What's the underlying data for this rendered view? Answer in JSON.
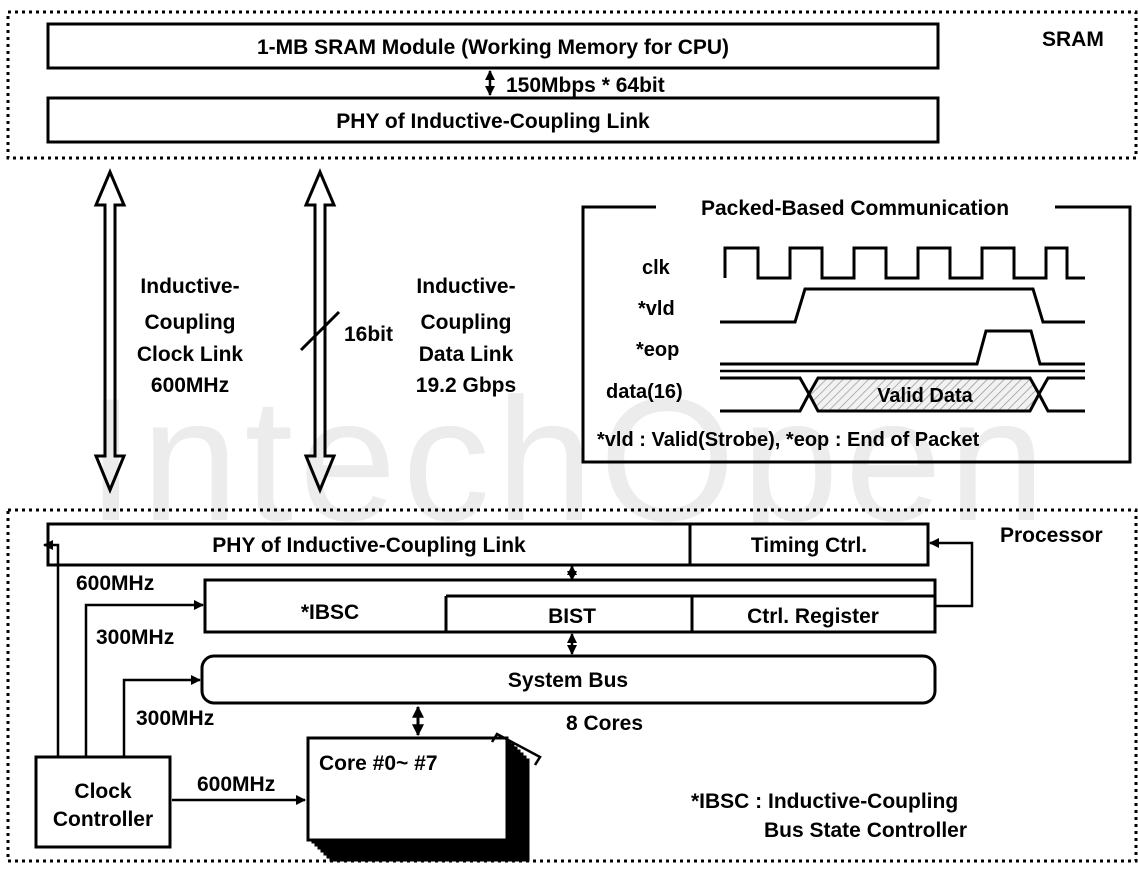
{
  "sram": {
    "label": "SRAM",
    "module": "1-MB SRAM Module (Working Memory for CPU)",
    "bandwidth": "150Mbps * 64bit",
    "phy": "PHY of Inductive-Coupling Link"
  },
  "links": {
    "clock_link": [
      "Inductive-",
      "Coupling",
      "Clock Link",
      "600MHz"
    ],
    "data_link": [
      "Inductive-",
      "Coupling",
      "Data Link",
      "19.2 Gbps"
    ],
    "bus_width": "16bit"
  },
  "packet": {
    "title": "Packed-Based Communication",
    "signals": [
      "clk",
      "*vld",
      "*eop",
      "data(16)"
    ],
    "valid_data": "Valid Data",
    "note": "*vld : Valid(Strobe),  *eop : End of Packet"
  },
  "processor": {
    "label": "Processor",
    "phy": "PHY of Inductive-Coupling Link",
    "timing": "Timing Ctrl.",
    "ibsc": "*IBSC",
    "bist": "BIST",
    "ctrl_register": "Ctrl. Register",
    "system_bus": "System Bus",
    "cores": "Core #0~ #7",
    "core_count": "8 Cores",
    "clock_controller": [
      "Clock",
      "Controller"
    ],
    "freq_phy": "600MHz",
    "freq_ibsc": "300MHz",
    "freq_bus": "300MHz",
    "freq_core": "600MHz",
    "footnote": [
      "*IBSC : Inductive-Coupling",
      "Bus State Controller"
    ]
  },
  "watermark": "IntechOpen"
}
